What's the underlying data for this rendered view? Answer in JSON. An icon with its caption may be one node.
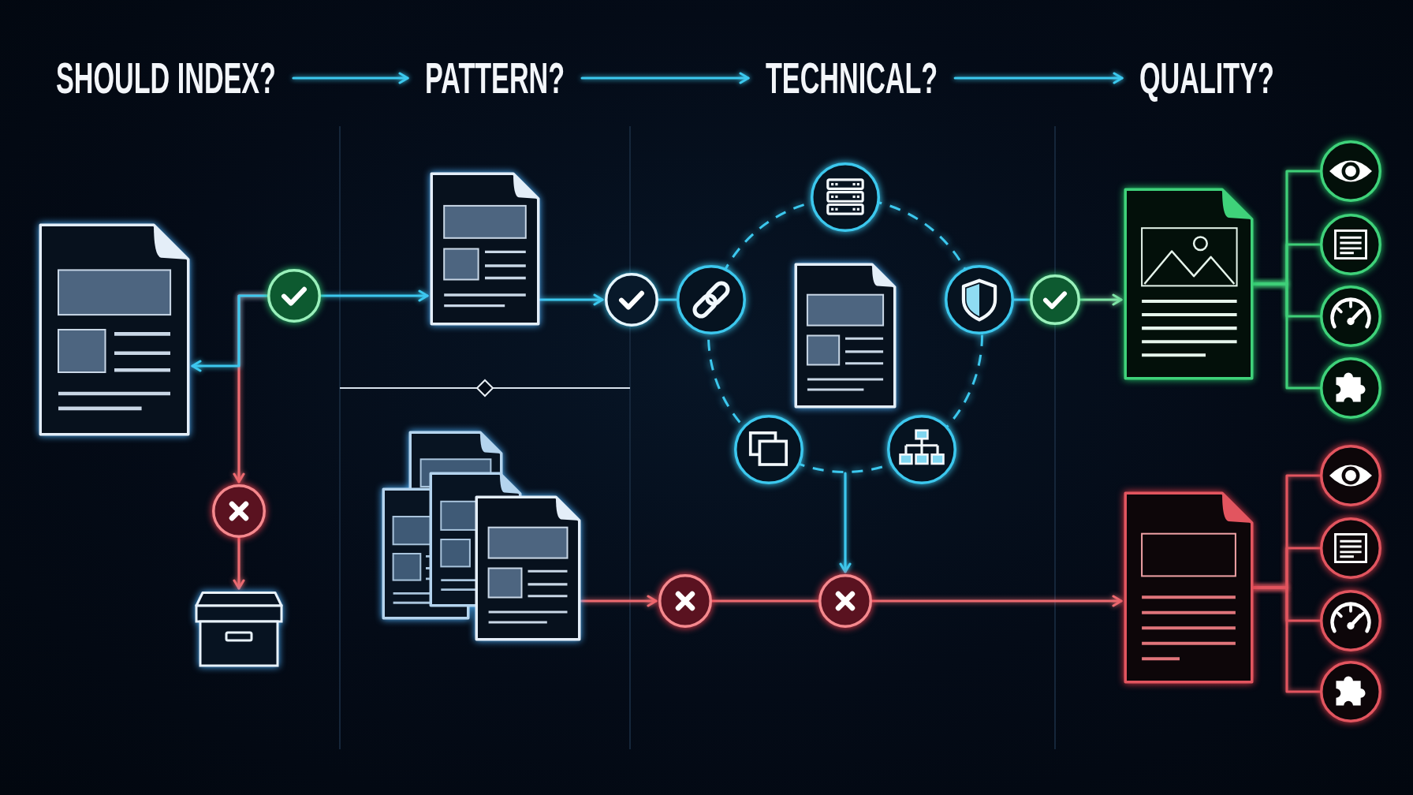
{
  "diagram": {
    "nodes": [
      {
        "text": [
          "SHOULD INDEX?"
        ]
      },
      {
        "text": [
          "PATTERN?"
        ]
      },
      {
        "text": [
          "TECHNICAL?"
        ]
      },
      {
        "text": [
          "QUALITY?"
        ]
      },
      {
        "text": [],
        "shape": "document"
      },
      {
        "text": [],
        "shape": "circle"
      },
      {
        "text": [],
        "shape": "circle"
      },
      {
        "text": [],
        "shape": "picture"
      },
      {
        "text": [],
        "shape": "document"
      },
      {
        "text": [],
        "shape": "circle"
      },
      {
        "text": [],
        "shape": "picture"
      },
      {
        "text": [],
        "shape": "circle"
      },
      {
        "text": [],
        "shape": "circle"
      },
      {
        "text": [],
        "shape": "circle"
      },
      {
        "text": [],
        "shape": "circle"
      },
      {
        "text": [],
        "shape": "document",
        "in": 12
      },
      {
        "text": [],
        "shape": "circle"
      },
      {
        "text": [],
        "shape": "circle"
      },
      {
        "text": [],
        "shape": "circle"
      },
      {
        "text": [],
        "shape": "circle"
      },
      {
        "text": [],
        "shape": "circle"
      },
      {
        "text": [],
        "shape": "document"
      },
      {
        "text": [],
        "shape": "circle"
      },
      {
        "text": [],
        "shape": "circle"
      },
      {
        "text": [],
        "shape": "circle"
      },
      {
        "text": [],
        "shape": "circle"
      },
      {
        "text": [],
        "shape": "document"
      },
      {
        "text": [],
        "shape": "circle"
      },
      {
        "text": [],
        "shape": "circle"
      },
      {
        "text": [],
        "shape": "circle"
      },
      {
        "text": [],
        "shape": "circle"
      }
    ],
    "edges": [
      {
        "from": 0,
        "to": 1,
        "arrow": "to"
      },
      {
        "from": 1,
        "to": 2,
        "arrow": "to"
      },
      {
        "from": 2,
        "to": 3,
        "arrow": "to"
      },
      {
        "from": 5,
        "to": 8,
        "arrow": "to"
      },
      {
        "from": 5,
        "to": 4,
        "arrow": "to"
      },
      {
        "from": 5,
        "to": 6,
        "arrow": "to",
        "color": "#ec6a70"
      },
      {
        "from": 6,
        "to": 7,
        "arrow": "to",
        "color": "#ec6a70"
      },
      {
        "from": 8,
        "to": 9,
        "arrow": "to"
      },
      {
        "from": 9,
        "to": 14,
        "arrow": "none"
      },
      {
        "from": 10,
        "to": 11,
        "arrow": "to",
        "color": "#ec6a70"
      },
      {
        "from": 11,
        "to": 20,
        "arrow": "none",
        "color": "#ec6a70"
      },
      {
        "from": 16,
        "to": 19,
        "arrow": "none"
      },
      {
        "from": 19,
        "to": 21,
        "arrow": "to",
        "color": "#7fe3a6"
      },
      {
        "from": 12,
        "to": 20,
        "arrow": "to"
      },
      {
        "from": 20,
        "to": 26,
        "arrow": "to",
        "color": "#ec6a70"
      },
      {
        "from": 21,
        "to": 22,
        "arrow": "none",
        "color": "#3fcf78"
      },
      {
        "from": 21,
        "to": 23,
        "arrow": "none",
        "color": "#3fcf78"
      },
      {
        "from": 21,
        "to": 24,
        "arrow": "none",
        "color": "#3fcf78"
      },
      {
        "from": 21,
        "to": 25,
        "arrow": "none",
        "color": "#3fcf78"
      },
      {
        "from": 26,
        "to": 27,
        "arrow": "none",
        "color": "#e2555f"
      },
      {
        "from": 26,
        "to": 28,
        "arrow": "none",
        "color": "#e2555f"
      },
      {
        "from": 26,
        "to": 29,
        "arrow": "none",
        "color": "#e2555f"
      },
      {
        "from": 26,
        "to": 30,
        "arrow": "none",
        "color": "#e2555f"
      }
    ]
  }
}
